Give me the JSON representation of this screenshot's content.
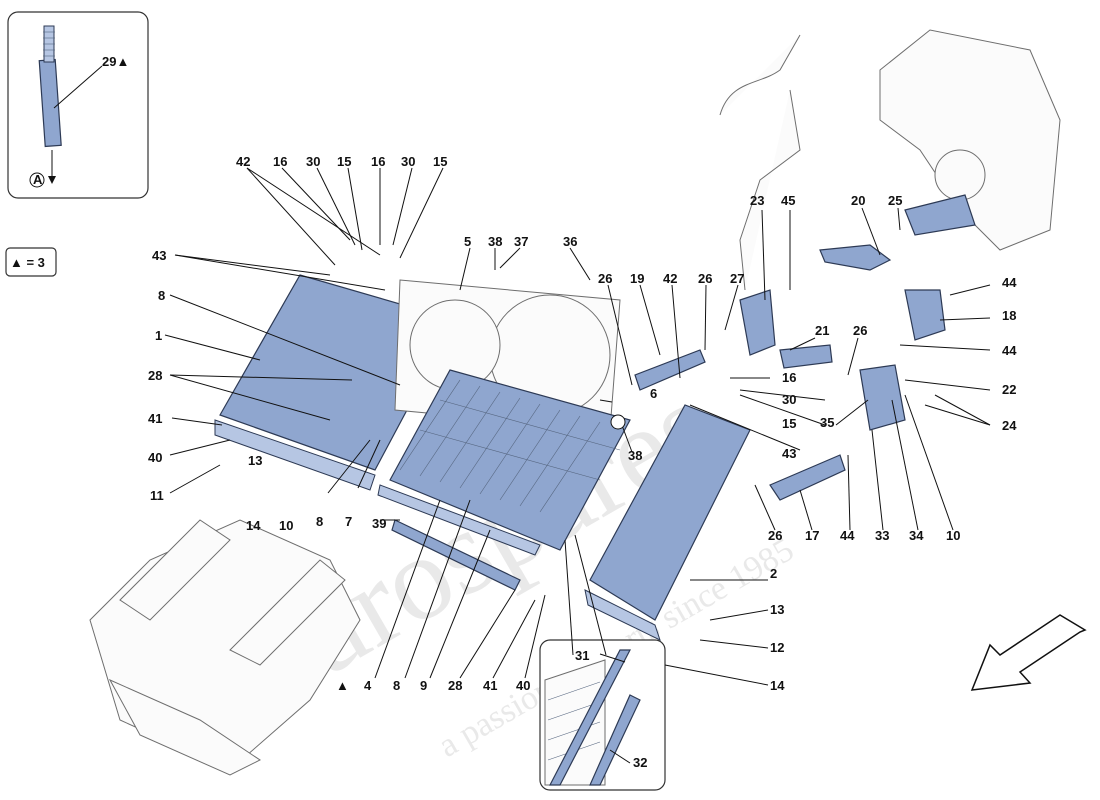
{
  "legend": {
    "inset_callout": "29▲",
    "inset_ref": "A",
    "quantity_note": "▲ = 3"
  },
  "watermark": {
    "brand": "eurospares",
    "tagline": "a passion for parts since 1985"
  },
  "callouts": {
    "c42a": "42",
    "c16a": "16",
    "c30a": "30",
    "c15a": "15",
    "c16b": "16",
    "c30b": "30",
    "c15b": "15",
    "c43a": "43",
    "c5": "5",
    "c38a": "38",
    "c37": "37",
    "c36": "36",
    "c8a": "8",
    "c1": "1",
    "c28a": "28",
    "c41a": "41",
    "c40a": "40",
    "c13a": "13",
    "c11": "11",
    "c14a": "14",
    "c10a": "10",
    "c8b": "8",
    "c7": "7",
    "c26a": "26",
    "c19": "19",
    "c42b": "42",
    "c26b": "26",
    "c27": "27",
    "c23": "23",
    "c45": "45",
    "c20": "20",
    "c25": "25",
    "c44a": "44",
    "c18": "18",
    "c44b": "44",
    "c22": "22",
    "c24": "24",
    "c21": "21",
    "c26c": "26",
    "c16c": "16",
    "c30c": "30",
    "c15c": "15",
    "c6": "6",
    "c43b": "43",
    "c35": "35",
    "c38b": "38",
    "c26d": "26",
    "c17": "17",
    "c44c": "44",
    "c33": "33",
    "c34": "34",
    "c10b": "10",
    "c39": "39",
    "c2": "2",
    "c13b": "13",
    "c12": "12",
    "c14b": "14",
    "c4": "4",
    "c8c": "8",
    "c9": "9",
    "c28b": "28",
    "c41b": "41",
    "c40b": "40",
    "c31": "31",
    "c32": "32",
    "triangle": "▲"
  }
}
